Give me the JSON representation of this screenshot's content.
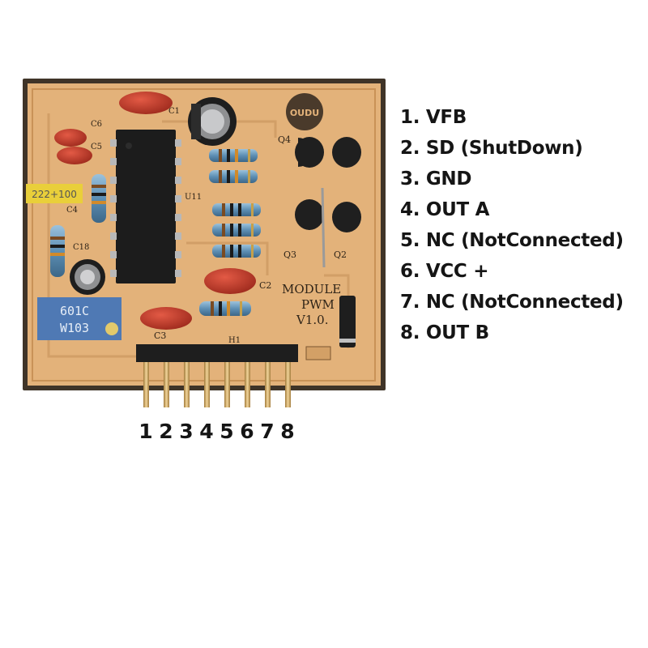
{
  "board": {
    "cap_label_c6": "C6",
    "cap_label_c5": "C5",
    "cap_label_c4": "C4",
    "cap_label_c1": "C1",
    "cap_label_c2": "C2",
    "cap_label_c3": "C3",
    "cap_label_c18": "C18",
    "ic_label": "U11",
    "header_label": "H1",
    "q4": "Q4",
    "q3": "Q3",
    "q2": "Q2",
    "yellow_cap_text": "222+100",
    "trimmer_text_1": "601C",
    "trimmer_text_2": "W103",
    "silkscreen_line1": "MODULE",
    "silkscreen_line2": "PWM",
    "silkscreen_line3": "V1.0."
  },
  "pinout": [
    "1. VFB",
    "2. SD (ShutDown)",
    "3. GND",
    "4. OUT A",
    "5. NC (NotConnected)",
    "6. VCC +",
    "7. NC (NotConnected)",
    "8. OUT B"
  ],
  "pin_numbers": [
    "1",
    "2",
    "3",
    "4",
    "5",
    "6",
    "7",
    "8"
  ],
  "colors": {
    "pcb": "#e3b27a",
    "pcb_border": "#3a3026",
    "capacitor_red": "#c0392b",
    "resistor_blue": "#5e8fb4",
    "ic_black": "#1b1b1b",
    "pin_gold": "#d7b070"
  }
}
